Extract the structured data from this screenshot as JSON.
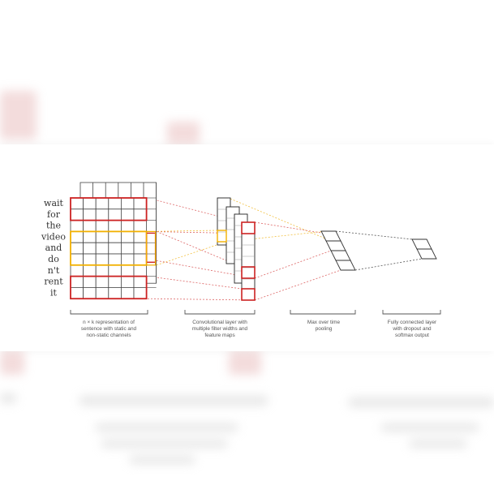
{
  "words": [
    "wait",
    "for",
    "the",
    "video",
    "and",
    "do",
    "n't",
    "rent",
    "it"
  ],
  "captions": {
    "input": [
      "n × k representation of",
      "sentence with static and",
      "non-static channels"
    ],
    "conv": [
      "Convolutional layer with",
      "multiple filter widths and",
      "feature maps"
    ],
    "pool": [
      "Max over time",
      "pooling"
    ],
    "fc": [
      "Fully connected layer",
      "with dropout and",
      "softmax output"
    ]
  },
  "colors": {
    "red": "#cc2222",
    "yellow": "#f2b000",
    "grid": "#444444",
    "red_dash": "#dd6666",
    "yellow_dash": "#f2c040",
    "gray_dash": "#555555"
  }
}
